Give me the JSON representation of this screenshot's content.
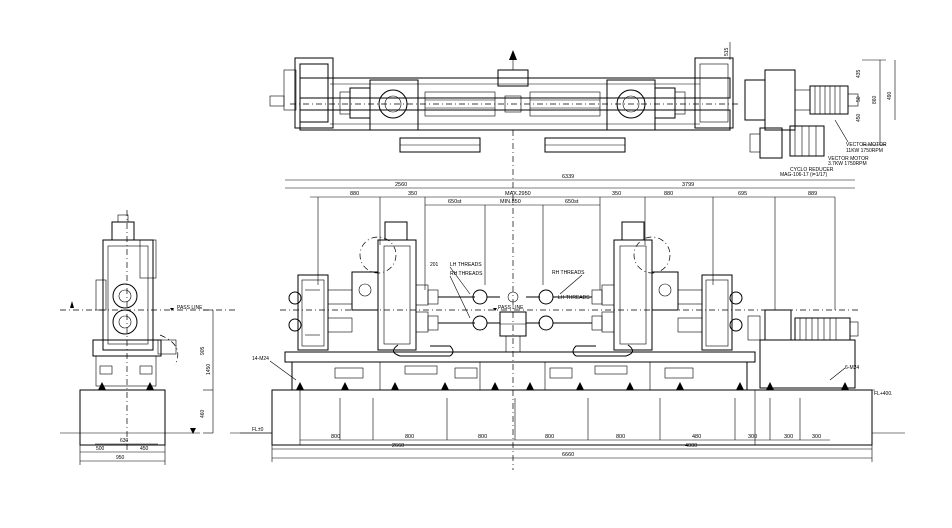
{
  "elevation": {
    "overall_length": "6339",
    "segments_top": [
      "2560",
      "3799"
    ],
    "spans": [
      "880",
      "350",
      "350",
      "880",
      "695",
      "889"
    ],
    "max_span": "MAX.2950",
    "min_span": "MIN.850",
    "stroke_left": "650st",
    "stroke_right": "650st",
    "dim_201": "201",
    "lh_threads_1": "LH THREADS",
    "rh_threads_1": "RH THREADS",
    "rh_threads_2": "RH THREADS",
    "lh_threads_2": "LH THREADS",
    "pass_line": "PASS LINE",
    "bolt_left": "14-M24",
    "bolt_right": "6-M24",
    "fl_right": "FL+400.",
    "fl_left": "FL±0",
    "foundation_spans": [
      "800",
      "800",
      "800",
      "800",
      "800",
      "480",
      "300",
      "300"
    ],
    "base_segments": [
      "2660",
      "4000"
    ],
    "base_total": "6660"
  },
  "side_view": {
    "pass_line": "PASS LINE",
    "height_total": "1450",
    "height_upper": "905",
    "height_lower": "460",
    "width_630": "630",
    "width_500": "500",
    "width_450": "450",
    "width_950": "950"
  },
  "plan_view": {
    "vector_motor_1": "VECTOR MOTOR",
    "vector_motor_1_spec": "11KW 1750RPM",
    "vector_motor_2": "VECTOR MOTOR",
    "vector_motor_2_spec": "3.7KW 1750RPM",
    "cyclo_reducer": "CYCLO REDUCER",
    "cyclo_model": "MAG-106-17 (i=1/17)",
    "dim_515": "515",
    "dim_435": "435",
    "dim_50": "50",
    "dim_450": "450",
    "dim_860": "860",
    "dim_490": "490"
  }
}
